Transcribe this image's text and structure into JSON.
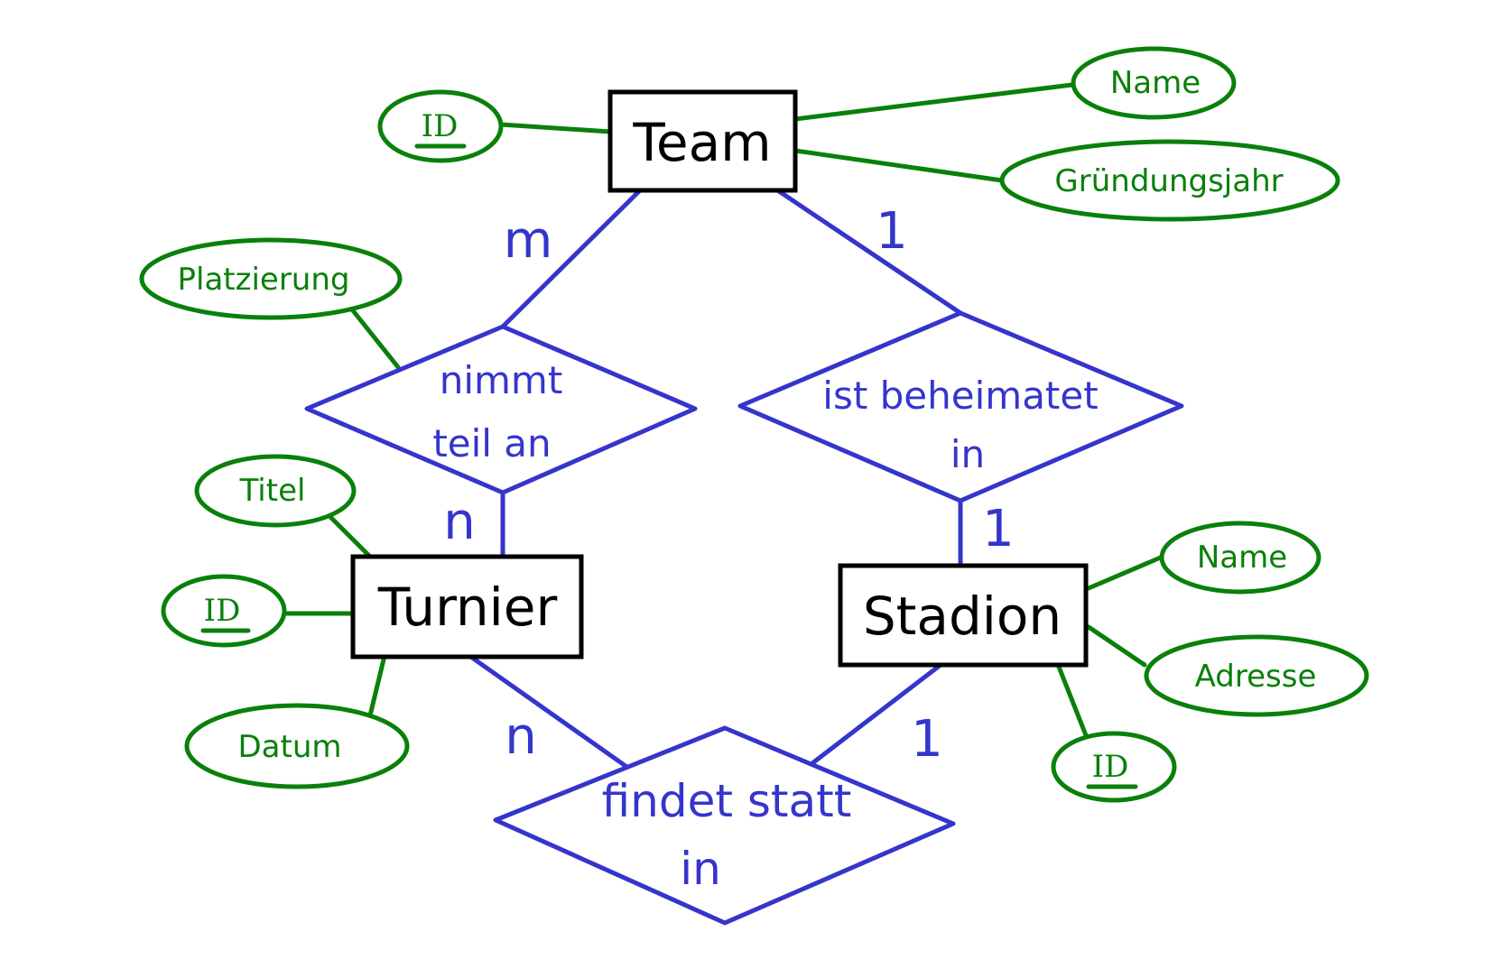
{
  "diagram": {
    "type": "entity-relationship",
    "colors": {
      "entity": "#000000",
      "relationship": "#3535cc",
      "attribute": "#0a800a",
      "background": "#ffffff"
    },
    "entities": {
      "team": {
        "label": "Team"
      },
      "turnier": {
        "label": "Turnier"
      },
      "stadion": {
        "label": "Stadion"
      }
    },
    "relationships": {
      "nimmt_teil_an": {
        "line1": "nimmt",
        "line2": "teil an"
      },
      "ist_beheimatet_in": {
        "line1": "ist beheimatet",
        "line2": "in"
      },
      "findet_statt_in": {
        "line1": "findet statt",
        "line2": "in"
      }
    },
    "cardinalities": {
      "team_nimmt": "m",
      "turnier_nimmt": "n",
      "team_beheimatet": "1",
      "stadion_beheimatet": "1",
      "turnier_findet": "n",
      "stadion_findet": "1"
    },
    "attributes": {
      "team_id": {
        "label": "ID",
        "key": true
      },
      "team_name": {
        "label": "Name",
        "key": false
      },
      "team_gruendungsjahr": {
        "label": "Gründungsjahr",
        "key": false
      },
      "platzierung": {
        "label": "Platzierung",
        "key": false
      },
      "turnier_titel": {
        "label": "Titel",
        "key": false
      },
      "turnier_id": {
        "label": "ID",
        "key": true
      },
      "turnier_datum": {
        "label": "Datum",
        "key": false
      },
      "stadion_name": {
        "label": "Name",
        "key": false
      },
      "stadion_adresse": {
        "label": "Adresse",
        "key": false
      },
      "stadion_id": {
        "label": "ID",
        "key": true
      }
    }
  }
}
